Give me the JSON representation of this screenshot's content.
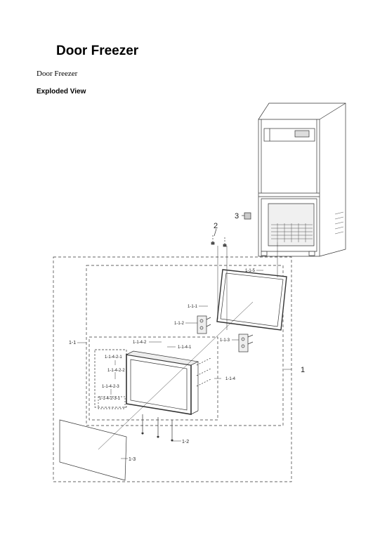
{
  "page": {
    "title": "Door Freezer",
    "subtitle": "Door Freezer",
    "section": "Exploded View"
  },
  "callouts": {
    "c1": "1",
    "c2": "2",
    "c3": "3",
    "c1_1": "1-1",
    "c1_2": "1-2",
    "c1_3": "1-3",
    "c1_1_1": "1-1-1",
    "c1_1_2": "1-1-2",
    "c1_1_3": "1-1-3",
    "c1_1_4": "1-1-4",
    "c1_1_5": "1-1-5",
    "c1_1_4_1": "1-1-4-1",
    "c1_1_4_2": "1-1-4-2",
    "c1_1_4_2_1": "1-1-4-2-1",
    "c1_1_4_2_2": "1-1-4-2-2",
    "c1_1_4_2_3": "1-1-4-2-3",
    "c1_1_4_2_3_1": "1-1-4-2-3-1"
  }
}
